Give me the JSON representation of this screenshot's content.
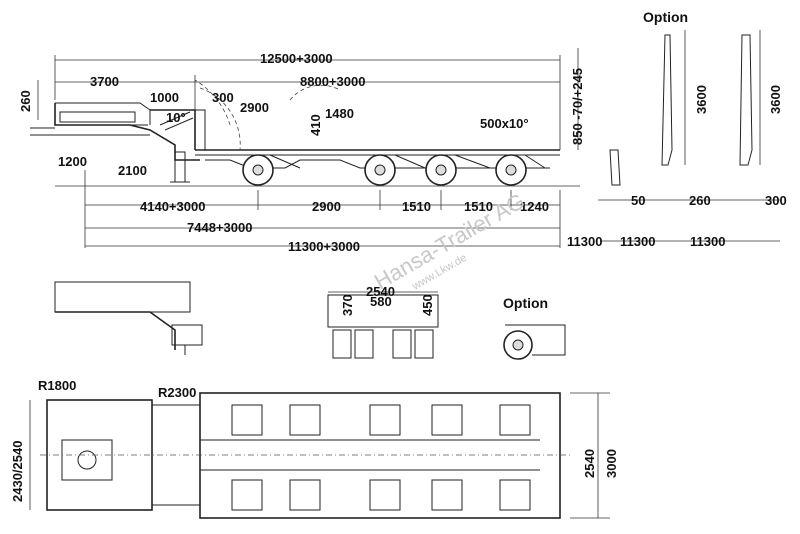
{
  "labels": {
    "option_top": "Option",
    "option_mid": "Option",
    "total_length": "12500+3000",
    "deck_length": "8800+3000",
    "gooseneck_length": "3700",
    "king_height": "260",
    "neck_1000": "1000",
    "neck_300": "300",
    "angle_10": "10°",
    "d2900_top": "2900",
    "d1480": "1480",
    "d410": "410",
    "ramp": "500x10°",
    "deck_height": "850 -70/+245",
    "kingpin_height": "1200",
    "kingpin_to_support": "2100",
    "d4140": "4140+3000",
    "d2900": "2900",
    "d1510a": "1510",
    "d1510b": "1510",
    "d1240": "1240",
    "d7448": "7448+3000",
    "d11300": "11300+3000",
    "opt_11300_1": "11300",
    "opt_11300_2": "11300",
    "opt_11300_3": "11300",
    "opt_50": "50",
    "opt_260": "260",
    "opt_300": "300",
    "opt_3600_1": "3600",
    "opt_3600_2": "3600",
    "rear_2540": "2540",
    "rear_580": "580",
    "rear_370": "370",
    "rear_450": "450",
    "r1800": "R1800",
    "r2300": "R2300",
    "width_2430": "2430/2540",
    "width_2540": "2540",
    "width_3000": "3000",
    "watermark_1": "Hansa-Trailer AG",
    "watermark_2": "www.Lkw.de"
  }
}
